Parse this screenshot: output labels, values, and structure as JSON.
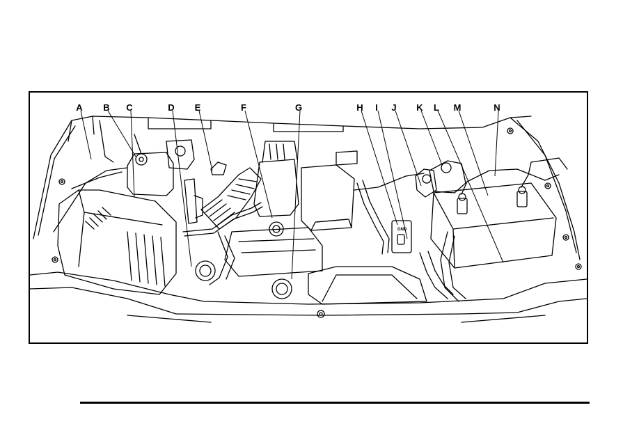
{
  "callouts": [
    {
      "letter": "A"
    },
    {
      "letter": "B"
    },
    {
      "letter": "C"
    },
    {
      "letter": "D"
    },
    {
      "letter": "E"
    },
    {
      "letter": "F"
    },
    {
      "letter": "G"
    },
    {
      "letter": "H"
    },
    {
      "letter": "I"
    },
    {
      "letter": "J"
    },
    {
      "letter": "K"
    },
    {
      "letter": "L"
    },
    {
      "letter": "M"
    },
    {
      "letter": "N"
    }
  ],
  "engine_labels": {
    "ground_label": "GND"
  }
}
